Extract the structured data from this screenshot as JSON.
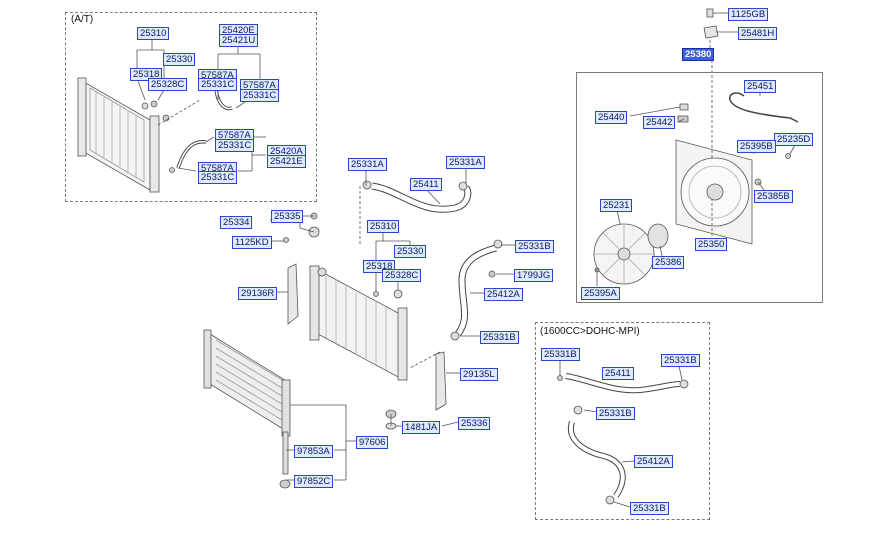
{
  "groups": {
    "at_title": "(A/T)",
    "dohc_title": "(1600CC>DOHC-MPI)"
  },
  "callouts": {
    "at_25310": "25310",
    "at_25330": "25330",
    "at_25318": "25318",
    "at_25328c": "25328C",
    "at_25420e": "25420E",
    "at_25421u": "25421U",
    "at_57587a_1": "57587A",
    "at_25331c_1": "25331C",
    "at_57587a_2": "57587A",
    "at_25331c_2": "25331C",
    "at_57587a_3": "57587A",
    "at_25331c_3": "25331C",
    "at_25420a": "25420A",
    "at_25421e": "25421E",
    "at_57587a_4": "57587A",
    "at_25331c_4": "25331C",
    "m_25331a_l": "25331A",
    "m_25411": "25411",
    "m_25331a_r": "25331A",
    "m_25334": "25334",
    "m_25335": "25335",
    "m_1125kd": "1125KD",
    "m_25310": "25310",
    "m_25330": "25330",
    "m_25318": "25318",
    "m_25328c": "25328C",
    "m_25331b_1": "25331B",
    "m_1799jg": "1799JG",
    "m_25412a": "25412A",
    "m_29136r": "29136R",
    "m_25331b_2": "25331B",
    "m_29135l": "29135L",
    "m_1481ja": "1481JA",
    "m_25336": "25336",
    "m_97606": "97606",
    "m_97853a": "97853A",
    "m_97852c": "97852C",
    "f_1125gb": "1125GB",
    "f_25481h": "25481H",
    "f_25380": "25380",
    "f_25451": "25451",
    "f_25440": "25440",
    "f_25442": "25442",
    "f_25235d": "25235D",
    "f_25395b": "25395B",
    "f_25385b": "25385B",
    "f_25231": "25231",
    "f_25350": "25350",
    "f_25386": "25386",
    "f_25395a": "25395A",
    "d_25331b_1": "25331B",
    "d_25411": "25411",
    "d_25331b_2": "25331B",
    "d_25331b_3": "25331B",
    "d_25412a": "25412A",
    "d_25331b_4": "25331B"
  },
  "colors": {
    "label_fill": "#dfe9ff",
    "label_border": "#2a46c9",
    "label_text": "#0a1a5c",
    "highlight_fill": "#3d5fe0",
    "line": "#555555"
  }
}
